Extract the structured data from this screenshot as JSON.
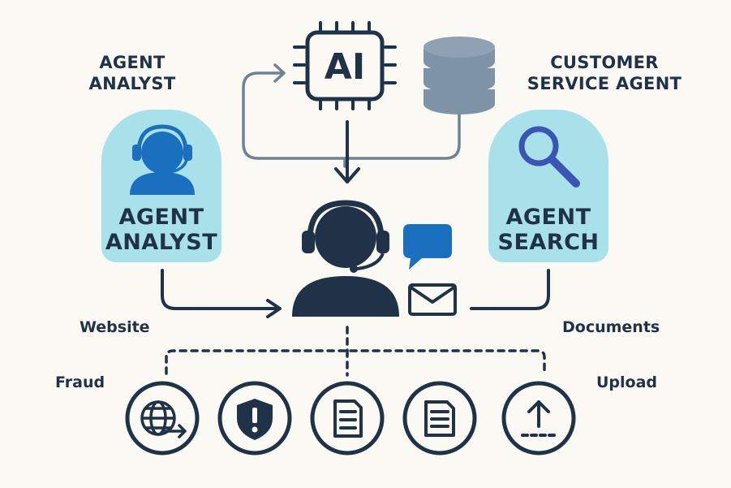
{
  "top_left_label": [
    "AGENT",
    "ANALYST"
  ],
  "top_right_label": [
    "CUSTOMER",
    "SERVICE AGENT"
  ],
  "ai_chip_label": "AI",
  "left_card": {
    "line1": "AGENT",
    "line2": "ANALYST",
    "icon": "headset-person-icon"
  },
  "right_card": {
    "line1": "AGENT",
    "line2": "SEARCH",
    "icon": "magnifier-icon"
  },
  "side_labels": {
    "website": "Website",
    "documents": "Documents",
    "fraud": "Fraud",
    "upload": "Upload"
  },
  "bottom_icons": [
    "globe-arrow-icon",
    "shield-alert-icon",
    "document-icon",
    "document-icon",
    "upload-icon"
  ],
  "colors": {
    "dark": "#1f3247",
    "accent_blue": "#1a6fbf",
    "card": "#a9e1ea",
    "db_gray": "#7f93a6",
    "connector": "#6e8296"
  }
}
